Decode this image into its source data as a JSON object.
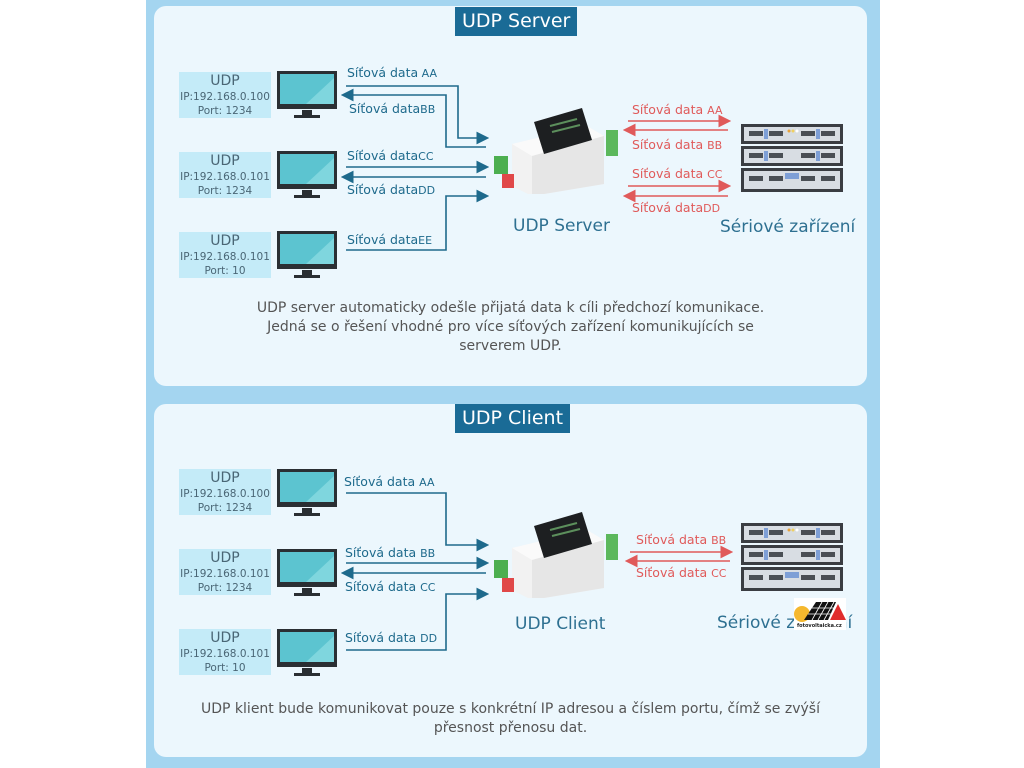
{
  "server_section": {
    "title": "UDP Server",
    "hosts": [
      {
        "protocol": "UDP",
        "ip": "IP:192.168.0.100",
        "port": "Port: 1234"
      },
      {
        "protocol": "UDP",
        "ip": "IP:192.168.0.101",
        "port": "Port: 1234"
      },
      {
        "protocol": "UDP",
        "ip": "IP:192.168.0.101",
        "port": "Port: 10"
      }
    ],
    "network_labels": [
      {
        "text": "Síťová data",
        "suffix": " AA"
      },
      {
        "text": "Síťová data",
        "suffix": "BB"
      },
      {
        "text": "Síťová data",
        "suffix": "CC"
      },
      {
        "text": "Síťová data",
        "suffix": "DD"
      },
      {
        "text": "Síťová data",
        "suffix": "EE"
      }
    ],
    "serial_labels": [
      {
        "text": "Síťová data ",
        "suffix": "AA"
      },
      {
        "text": "Síťová data ",
        "suffix": "BB"
      },
      {
        "text": "Síťová data ",
        "suffix": "CC"
      },
      {
        "text": "Síťová data",
        "suffix": "DD"
      }
    ],
    "device_caption": "UDP Server",
    "serial_caption": "Sériové zařízení",
    "description": [
      "UDP server automaticky odešle přijatá data k cíli předchozí komunikace.",
      "Jedná se o řešení vhodné pro více síťových zařízení komunikujících se",
      "serverem UDP."
    ]
  },
  "client_section": {
    "title": "UDP Client",
    "hosts": [
      {
        "protocol": "UDP",
        "ip": "IP:192.168.0.100",
        "port": "Port: 1234"
      },
      {
        "protocol": "UDP",
        "ip": "IP:192.168.0.101",
        "port": "Port: 1234"
      },
      {
        "protocol": "UDP",
        "ip": "IP:192.168.0.101",
        "port": "Port: 10"
      }
    ],
    "network_labels": [
      {
        "text": "Síťová data ",
        "suffix": "AA"
      },
      {
        "text": "Síťová data ",
        "suffix": "BB"
      },
      {
        "text": "Síťová data ",
        "suffix": "CC"
      },
      {
        "text": "Síťová data ",
        "suffix": "DD"
      }
    ],
    "serial_labels": [
      {
        "text": "Síťová data ",
        "suffix": "BB"
      },
      {
        "text": "Síťová data ",
        "suffix": "CC"
      }
    ],
    "device_caption": "UDP Client",
    "serial_caption": "Sériové zařízení",
    "description": [
      "UDP klient bude komunikovat pouze s konkrétní IP adresou a číslem portu, čímž se zvýší",
      "přesnost přenosu dat."
    ]
  },
  "watermark": {
    "text": "fotovoltaicka.cz"
  },
  "colors": {
    "network_arrow": "#1e6a8c",
    "serial_arrow": "#e05a5a",
    "badge": "#1a6b96",
    "panel": "#ecf7fd",
    "frame": "#a4d5f0"
  }
}
